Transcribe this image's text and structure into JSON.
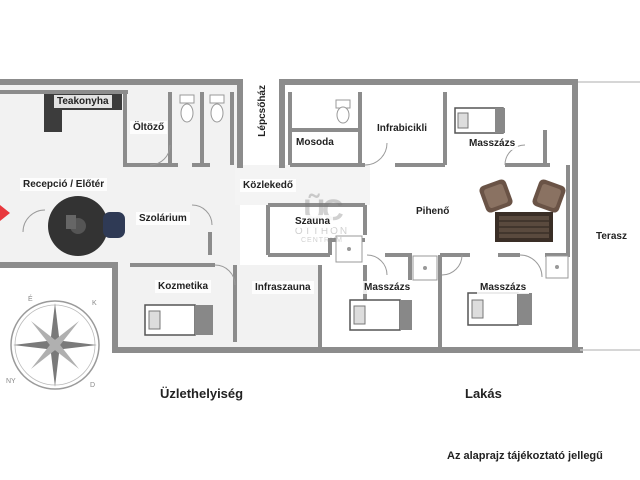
{
  "rooms": {
    "teakonyha": "Teakonyha",
    "oltozo": "Öltöző",
    "lepcsohaz": "Lépcsőház",
    "mosoda": "Mosoda",
    "infrabicikli": "Infrabicikli",
    "masszazs_top": "Masszázs",
    "recepcio": "Recepció / Előtér",
    "kozlekedo": "Közlekedő",
    "szolarium": "Szolárium",
    "szauna": "Szauna",
    "piheno": "Pihenő",
    "terasz": "Terasz",
    "kozmetika": "Kozmetika",
    "infraszauna": "Infraszauna",
    "masszazs_mid": "Masszázs",
    "masszazs_right": "Masszázs"
  },
  "sections": {
    "uzlethelyiseg": "Üzlethelyiség",
    "lakas": "Lakás"
  },
  "disclaimer": "Az alaprajz tájékoztató jellegű",
  "watermark": {
    "line1": "OTTHON",
    "line2": "CENTRUM"
  },
  "compass": {
    "n": "É",
    "e": "K",
    "s": "D",
    "w": "NY"
  },
  "colors": {
    "wall": "#8c8c8c",
    "floor_shop": "#f2f2f2",
    "floor_flat": "#ffffff",
    "entrance_arrow": "#e8383d"
  }
}
